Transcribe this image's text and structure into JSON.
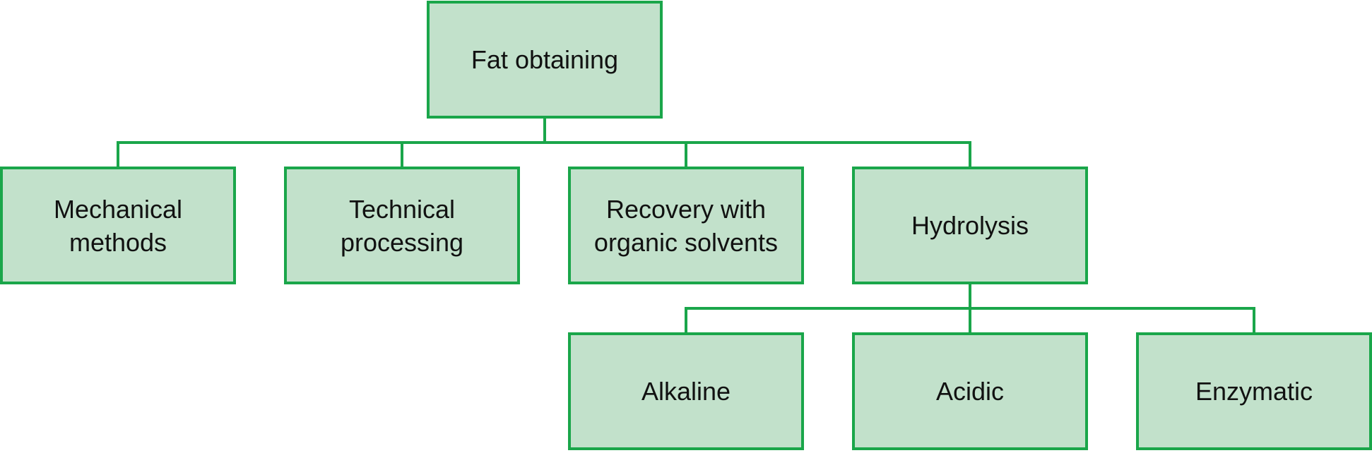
{
  "colors": {
    "box_fill": "#c2e1cb",
    "box_border": "#1aa64a",
    "connector": "#1aa64a",
    "text": "#111111"
  },
  "root": {
    "label": "Fat obtaining"
  },
  "methods": [
    {
      "label": "Mechanical\nmethods"
    },
    {
      "label": "Technical\nprocessing"
    },
    {
      "label": "Recovery with\norganic solvents"
    },
    {
      "label": "Hydrolysis"
    }
  ],
  "hydrolysis_types": [
    {
      "label": "Alkaline"
    },
    {
      "label": "Acidic"
    },
    {
      "label": "Enzymatic"
    }
  ]
}
